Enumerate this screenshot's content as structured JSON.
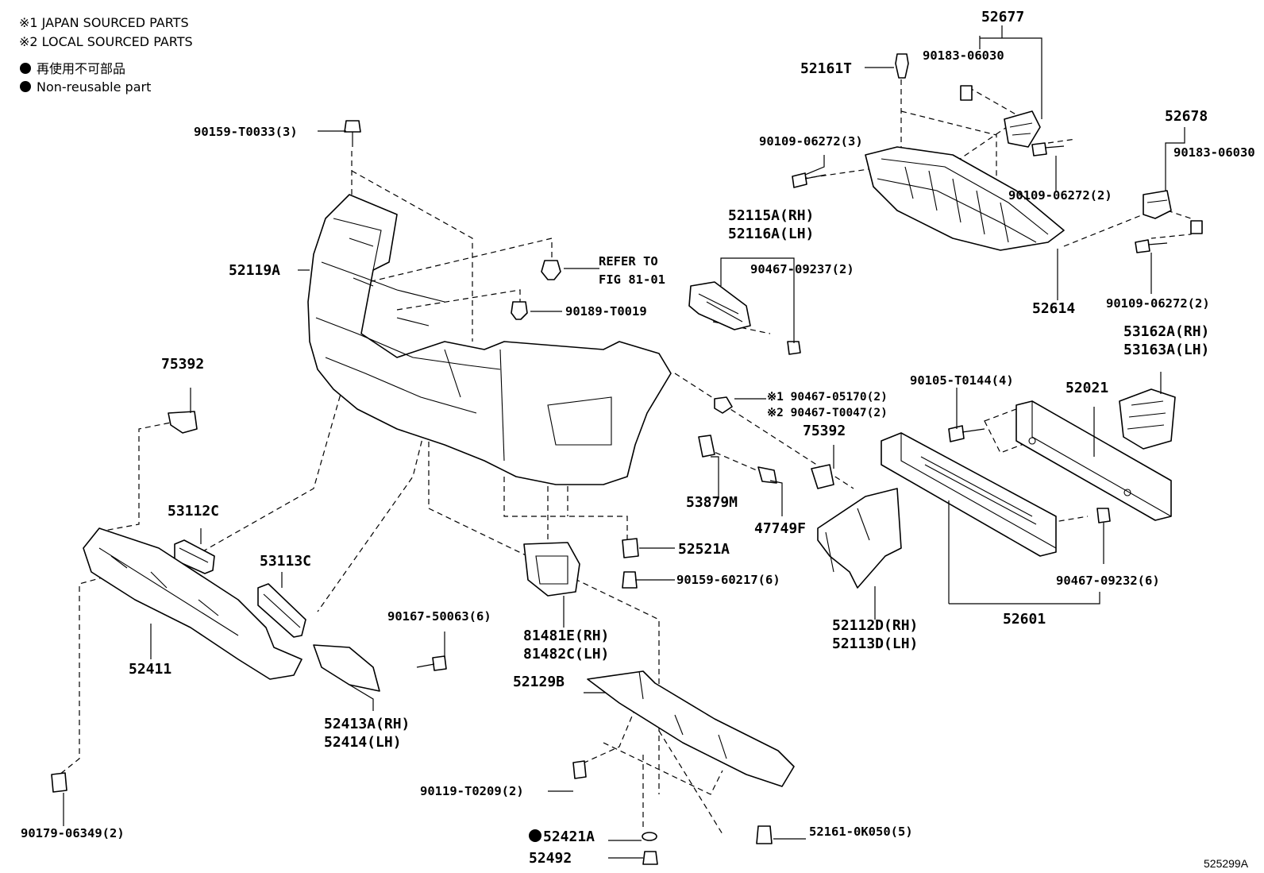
{
  "legend": {
    "note1": "※1 JAPAN SOURCED PARTS",
    "note2": "※2 LOCAL SOURCED PARTS",
    "nonreusable_jp": "再使用不可部品",
    "nonreusable_en": "Non-reusable part"
  },
  "figure_id": "525299A",
  "labels": {
    "p52677": "52677",
    "p90183_06030_a": "90183-06030",
    "p52161T": "52161T",
    "p90109_06272_3": "90109-06272(3)",
    "p90109_06272_2a": "90109-06272(2)",
    "p52678": "52678",
    "p90183_06030_b": "90183-06030",
    "p52614": "52614",
    "p90109_06272_2b": "90109-06272(2)",
    "p90159_T0033": "90159-T0033(3)",
    "p52119A": "52119A",
    "refer_to": "REFER TO",
    "fig_81_01": "FIG 81-01",
    "p90189_T0019": "90189-T0019",
    "p52115A": "52115A(RH)",
    "p52116A": "52116A(LH)",
    "p90467_09237": "90467-09237(2)",
    "p53162A": "53162A(RH)",
    "p53163A": "53163A(LH)",
    "p75392_a": "75392",
    "p90105_T0144": "90105-T0144(4)",
    "p52021": "52021",
    "p90467_05170": "※1 90467-05170(2)",
    "p90467_T0047": "※2 90467-T0047(2)",
    "p75392_b": "75392",
    "p53112C": "53112C",
    "p53879M": "53879M",
    "p47749F": "47749F",
    "p52521A": "52521A",
    "p90159_60217": "90159-60217(6)",
    "p53113C": "53113C",
    "p90467_09232": "90467-09232(6)",
    "p52411": "52411",
    "p90167_50063": "90167-50063(6)",
    "p81481E": "81481E(RH)",
    "p81482C": "81482C(LH)",
    "p52112D": "52112D(RH)",
    "p52113D": "52113D(LH)",
    "p52601": "52601",
    "p52129B": "52129B",
    "p52413A": "52413A(RH)",
    "p52414": "52414(LH)",
    "p90119_T0209": "90119-T0209(2)",
    "p90179_06349": "90179-06349(2)",
    "p52421A": "52421A",
    "p52161_0K050": "52161-0K050(5)",
    "p52492": "52492"
  }
}
